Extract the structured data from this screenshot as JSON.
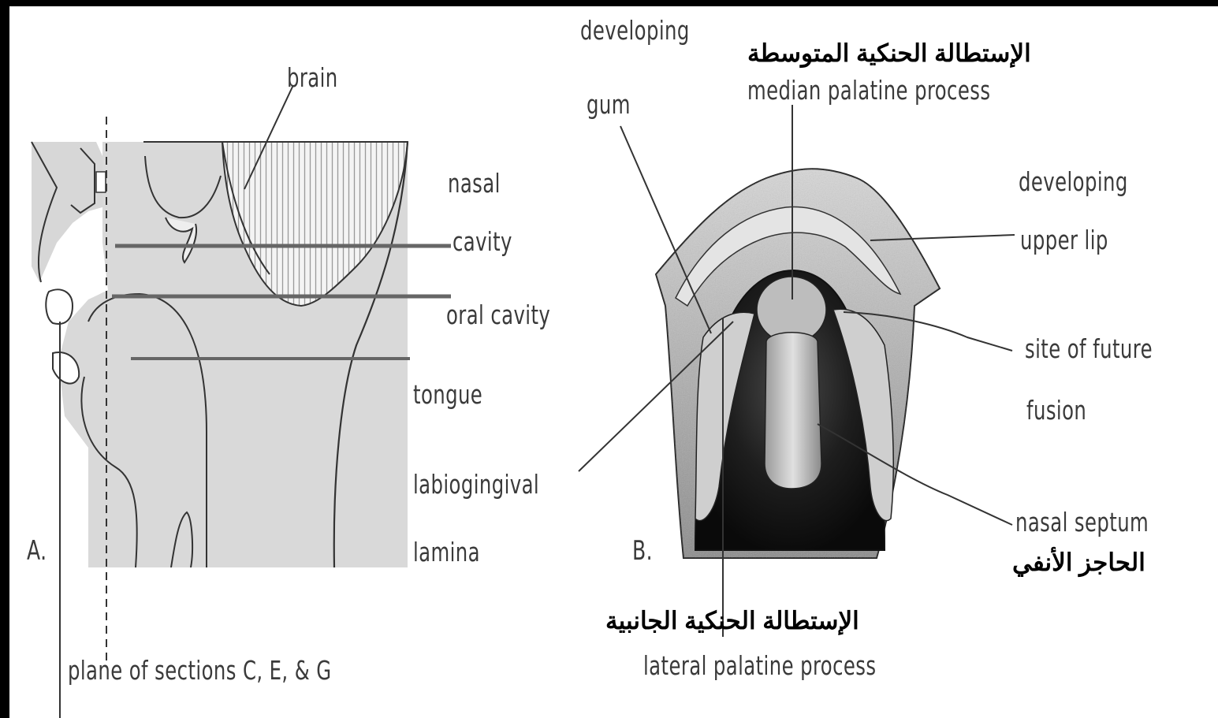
{
  "panel_a": {
    "letter": "A.",
    "labels": {
      "brain": "brain",
      "nasal_cavity_1": "nasal",
      "nasal_cavity_2": "cavity",
      "oral_cavity": "oral cavity",
      "tongue": "tongue",
      "labiogingival_1": "labiogingival",
      "labiogingival_2": "lamina",
      "plane": "plane of sections C, E, & G"
    }
  },
  "panel_b": {
    "letter": "B.",
    "labels": {
      "developing_gum_1": "developing",
      "developing_gum_2": "gum",
      "median_palatine": "median palatine process",
      "median_palatine_ar": "الإستطالة الحنكية المتوسطة",
      "upper_lip_1": "developing",
      "upper_lip_2": "upper lip",
      "fusion_1": "site of future",
      "fusion_2": "fusion",
      "nasal_septum": "nasal septum",
      "nasal_septum_ar": "الحاجز الأنفي",
      "lateral_palatine": "lateral palatine process",
      "lateral_palatine_ar": "الإستطالة الحنكية الجانبية"
    }
  }
}
